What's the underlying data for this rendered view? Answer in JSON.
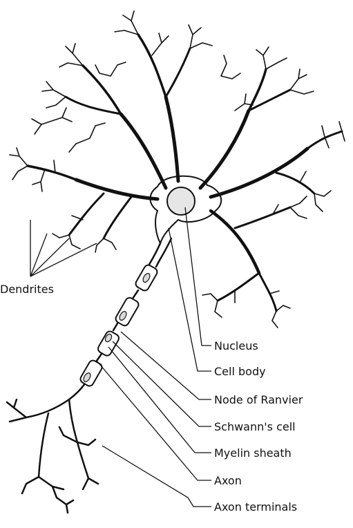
{
  "labels": {
    "dendrites": "Dendrites",
    "nucleus": "Nucleus",
    "cell_body": "Cell body",
    "node_of_ranvier": "Node of Ranvier",
    "schwanns_cell": "Schwann's cell",
    "myelin_sheath": "Myelin sheath",
    "axon": "Axon",
    "axon_terminals": "Axon terminals"
  },
  "colors": {
    "outline": "#111111",
    "fill": "#ffffff",
    "nucleus_fill": "#e6e6e6",
    "background": "#ffffff"
  }
}
